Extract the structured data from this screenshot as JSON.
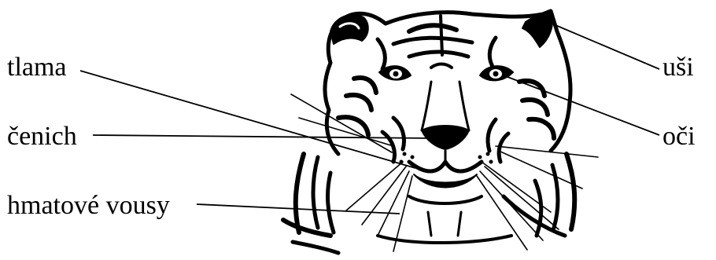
{
  "labels": {
    "tlama": "tlama",
    "cenich": "čenich",
    "hmatove_vousy": "hmatové vousy",
    "usi": "uši",
    "oci": "oči"
  },
  "colors": {
    "ink": "#000000",
    "background": "#ffffff"
  }
}
